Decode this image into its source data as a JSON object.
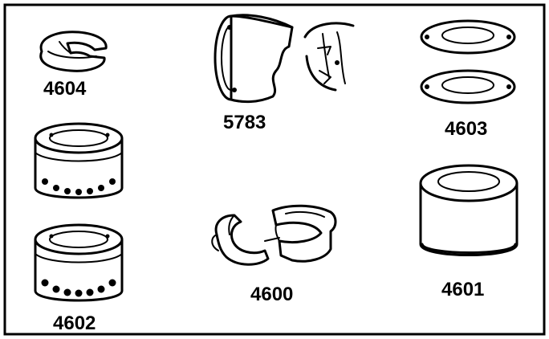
{
  "parts": [
    {
      "id": "4604",
      "label": "4604",
      "icon": "split-retaining-ring-icon"
    },
    {
      "id": "5783",
      "label": "5783",
      "icon": "split-housing-cutaway-icon"
    },
    {
      "id": "4603",
      "label": "4603",
      "icon": "flat-washer-pair-icon"
    },
    {
      "id": "4602",
      "label": "4602",
      "icon": "perforated-bushing-pair-icon"
    },
    {
      "id": "4600",
      "label": "4600",
      "icon": "split-collar-halves-icon"
    },
    {
      "id": "4601",
      "label": "4601",
      "icon": "solid-bushing-icon"
    }
  ]
}
